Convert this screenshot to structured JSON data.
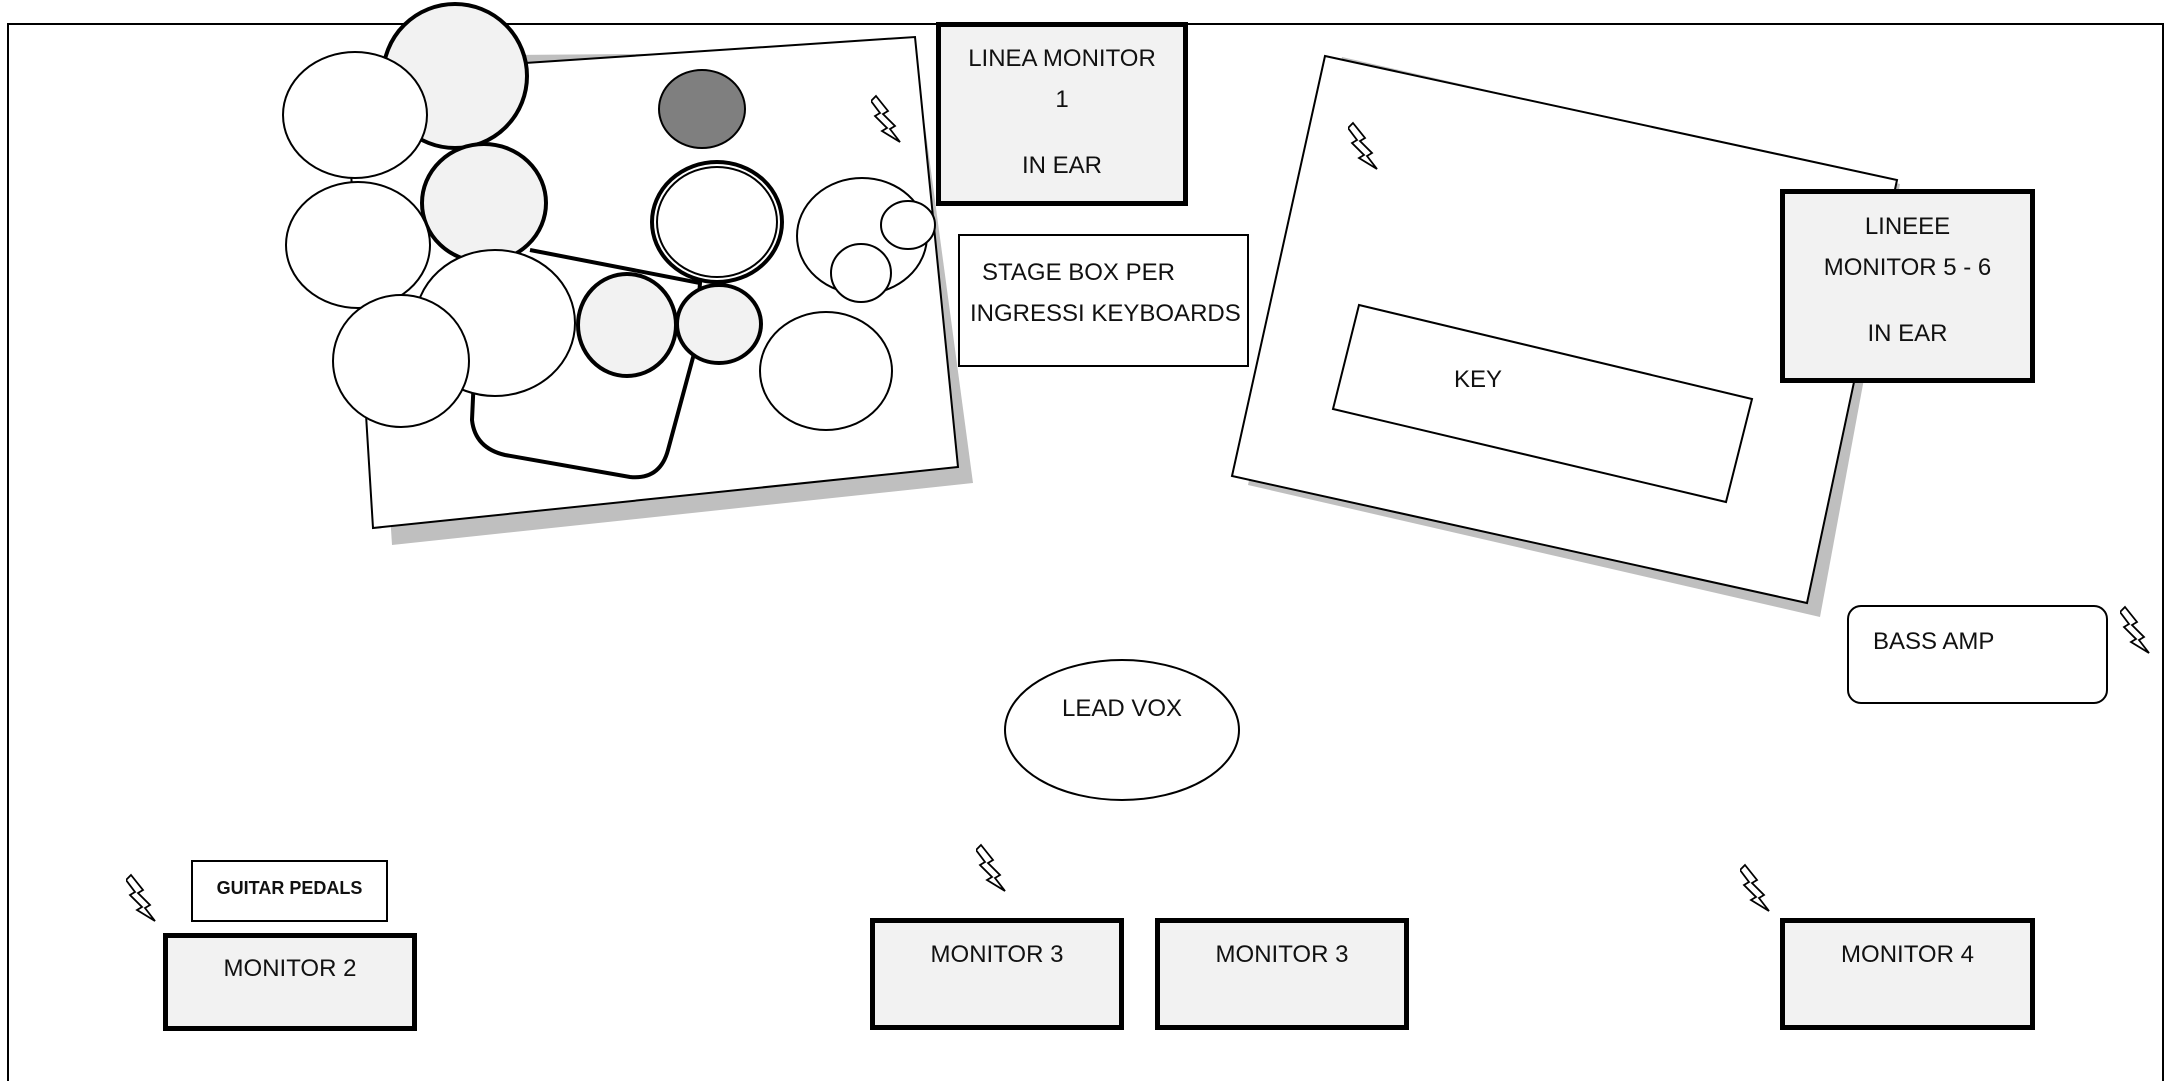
{
  "labels": {
    "linea_monitor_1_line1": "LINEA MONITOR",
    "linea_monitor_1_line2": "1",
    "linea_monitor_1_line3": "IN EAR",
    "stage_box_line1": "STAGE BOX PER",
    "stage_box_line2": "INGRESSI KEYBOARDS",
    "key": "KEY",
    "lineee_monitor_line1": "LINEEE",
    "lineee_monitor_line2": "MONITOR 5 - 6",
    "lineee_monitor_line3": "IN EAR",
    "bass_amp": "BASS AMP",
    "lead_vox": "LEAD VOX",
    "guitar_pedals": "GUITAR PEDALS",
    "monitor_2": "MONITOR 2",
    "monitor_3a": "MONITOR 3",
    "monitor_3b": "MONITOR 3",
    "monitor_4": "MONITOR 4"
  },
  "icons": {
    "power": "lightning-bolt"
  },
  "colors": {
    "monitor_fill": "#f2f2f2",
    "drum_shell_fill": "#f2f2f2",
    "dark_drum_fill": "#7f7f7f",
    "riser_shadow": "#bfbfbf"
  }
}
